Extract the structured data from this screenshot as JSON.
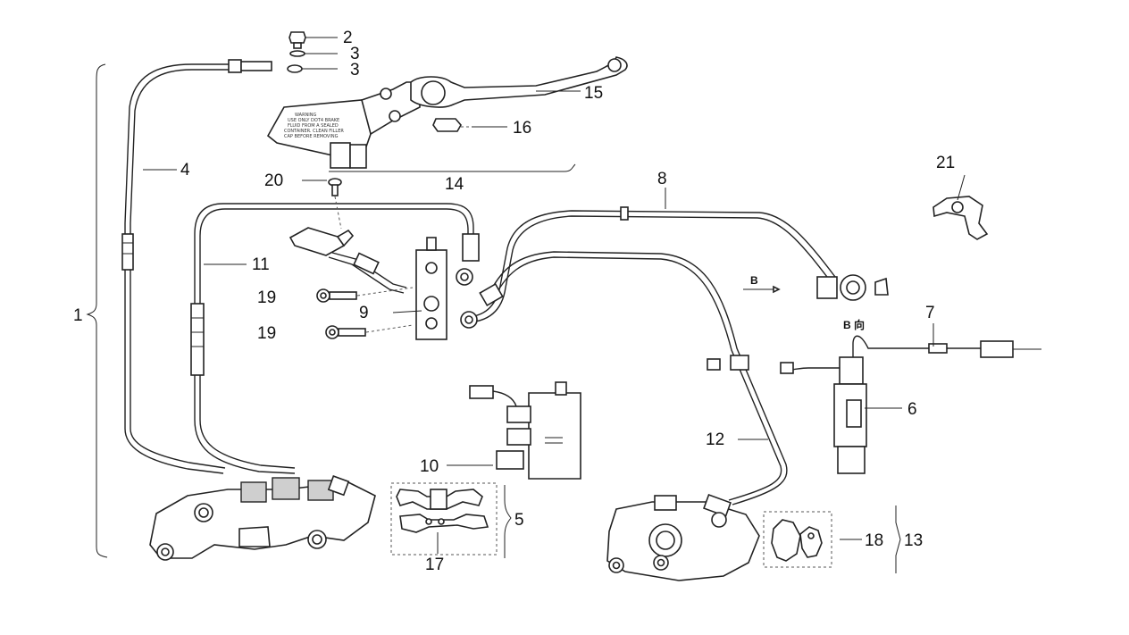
{
  "callouts": {
    "c1": "1",
    "c2": "2",
    "c3a": "3",
    "c3b": "3",
    "c4": "4",
    "c5": "5",
    "c6": "6",
    "c7": "7",
    "c8": "8",
    "c9": "9",
    "c10": "10",
    "c11": "11",
    "c12": "12",
    "c13": "13",
    "c14": "14",
    "c15": "15",
    "c16": "16",
    "c17": "17",
    "c18": "18",
    "c19a": "19",
    "c19b": "19",
    "c20": "20",
    "c21": "21"
  },
  "view_markers": {
    "b_arrow": "B",
    "b_view": "B 向"
  },
  "reservoir_label_lines": [
    "WARNING",
    "USE ONLY DOT4 BRAKE",
    "FLUID FROM A SEALED",
    "CONTAINER. CLEAN FILLER",
    "CAP BEFORE REMOVING"
  ]
}
